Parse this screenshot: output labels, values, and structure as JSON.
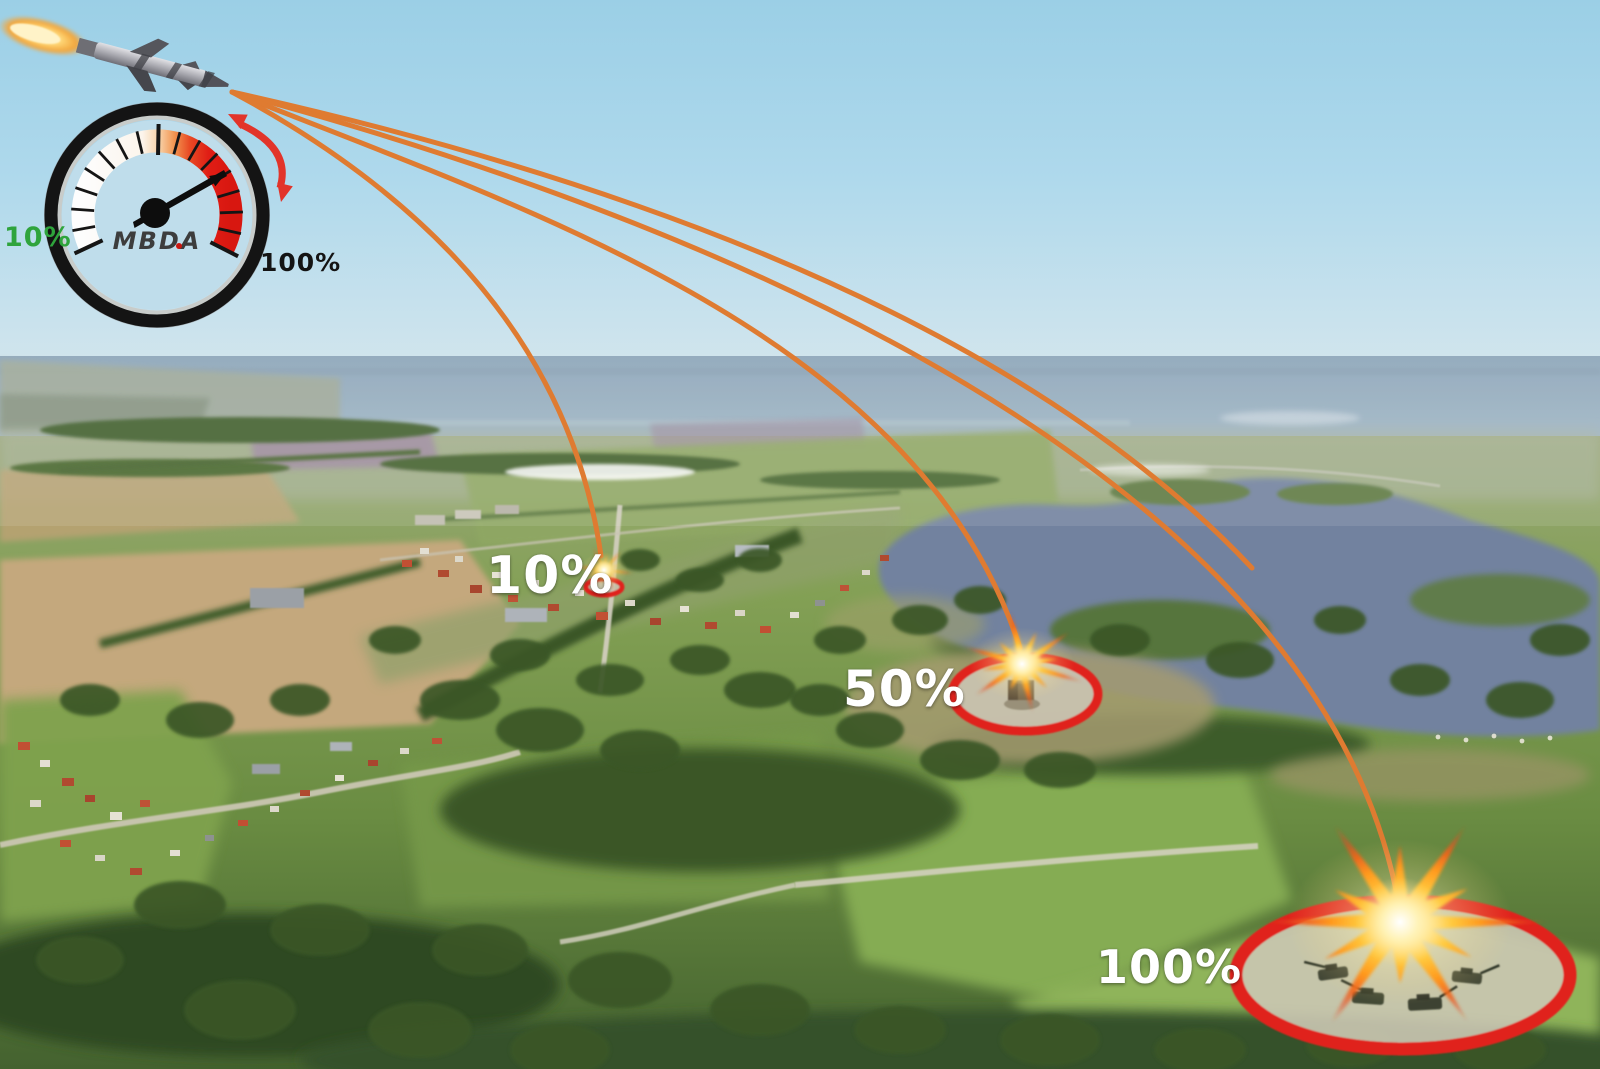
{
  "gauge": {
    "brand_label": "MBDA",
    "low_label": "10%",
    "high_label": "100%",
    "low_label_color": "#2FA43C",
    "high_label_color": "#141414",
    "band_start_color": "#FFFFFF",
    "band_end_color": "#DD1A12",
    "needle_color": "#0D0D0D",
    "ring_color": "#141414",
    "arrow_color": "#E2342A"
  },
  "trajectories": {
    "color": "#DF7B31",
    "count": 4
  },
  "targets": [
    {
      "label": "10%",
      "label_color": "#FFFFFF",
      "ring_color": "#E0231C"
    },
    {
      "label": "50%",
      "label_color": "#FFFFFF",
      "ring_color": "#E0231C"
    },
    {
      "label": "100%",
      "label_color": "#FFFFFF",
      "ring_color": "#E0231C"
    }
  ],
  "icons": {
    "missile": "missile-icon",
    "exhaust": "exhaust-flame-icon",
    "gauge": "yield-gauge-icon",
    "range_arrow": "curved-double-arrow-icon",
    "explosion": "explosion-burst-icon"
  },
  "palette": {
    "sky_top": "#9BCFE6",
    "sea": "#8AA3B7",
    "lake": "#72829F",
    "field_tan": "#C4A87D",
    "meadow": "#7FA34C",
    "forest": "#3A5628",
    "burst_core": "#FFFDE8",
    "burst_mid": "#FF9A1E"
  }
}
